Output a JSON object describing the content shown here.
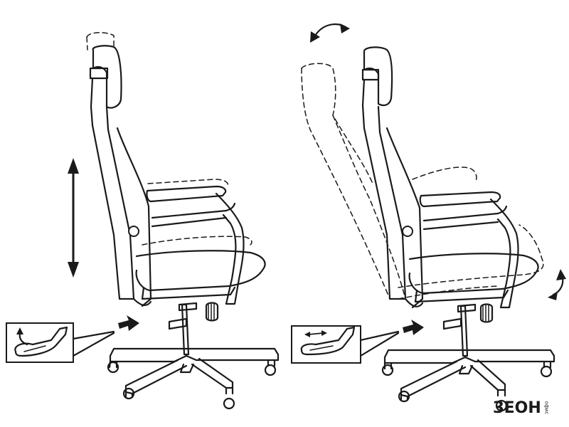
{
  "brand": {
    "logo_text": "ЗЕОН",
    "logo_subtext": "офис"
  },
  "colors": {
    "line": "#1a1a1a",
    "background": "#ffffff"
  },
  "panels": [
    {
      "adjustment": "seat-height",
      "motion": "vertical",
      "lever": "lift"
    },
    {
      "adjustment": "tilt",
      "motion": "rock",
      "lever": "horizontal-slide"
    }
  ]
}
